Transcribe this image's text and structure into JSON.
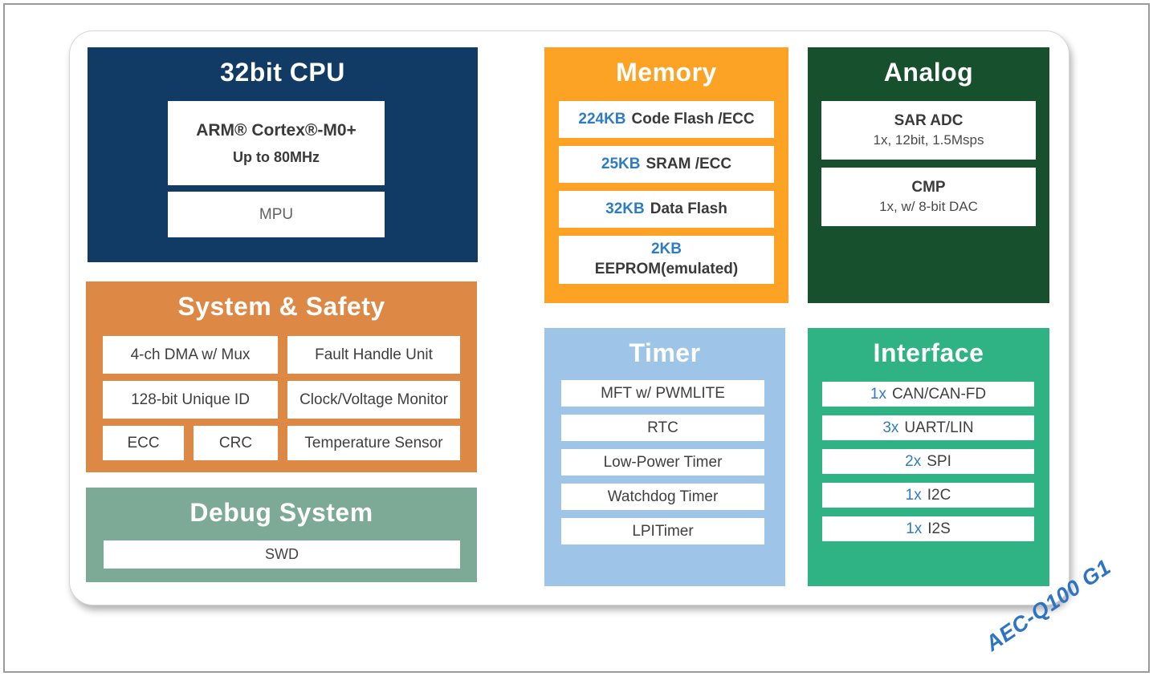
{
  "palette": {
    "cpu_bg": "#113A64",
    "memory_bg": "#FCA325",
    "analog_bg": "#16502C",
    "system_bg": "#DE8845",
    "timer_bg": "#9EC5E8",
    "interface_bg": "#2FB284",
    "debug_bg": "#7DAA96",
    "accent_blue": "#2E7CC3",
    "badge_blue": "#2E74C4"
  },
  "cpu": {
    "title": "32bit CPU",
    "core": {
      "name": "ARM® Cortex®-M0+",
      "detail": "Up to 80MHz"
    },
    "mpu": "MPU"
  },
  "memory": {
    "title": "Memory",
    "items": [
      {
        "value": "224KB",
        "label": "Code Flash /ECC"
      },
      {
        "value": "25KB",
        "label": "SRAM /ECC"
      },
      {
        "value": "32KB",
        "label": "Data Flash"
      },
      {
        "value": "2KB",
        "label": "EEPROM(emulated)"
      }
    ]
  },
  "analog": {
    "title": "Analog",
    "items": [
      {
        "name": "SAR ADC",
        "detail": "1x, 12bit, 1.5Msps"
      },
      {
        "name": "CMP",
        "detail": "1x, w/ 8-bit DAC"
      }
    ]
  },
  "system_safety": {
    "title": "System & Safety",
    "items": {
      "dma": "4-ch DMA w/ Mux",
      "fault": "Fault Handle Unit",
      "uid": "128-bit Unique ID",
      "clock": "Clock/Voltage Monitor",
      "ecc": "ECC",
      "crc": "CRC",
      "temp": "Temperature Sensor"
    }
  },
  "timer": {
    "title": "Timer",
    "items": [
      "MFT w/ PWMLITE",
      "RTC",
      "Low-Power Timer",
      "Watchdog Timer",
      "LPITimer"
    ]
  },
  "interface": {
    "title": "Interface",
    "items": [
      {
        "qty": "1x",
        "label": "CAN/CAN-FD"
      },
      {
        "qty": "3x",
        "label": "UART/LIN"
      },
      {
        "qty": "2x",
        "label": "SPI"
      },
      {
        "qty": "1x",
        "label": "I2C"
      },
      {
        "qty": "1x",
        "label": "I2S"
      }
    ]
  },
  "debug": {
    "title": "Debug System",
    "item": "SWD"
  },
  "badge": {
    "label": "AEC-Q100 G1"
  }
}
